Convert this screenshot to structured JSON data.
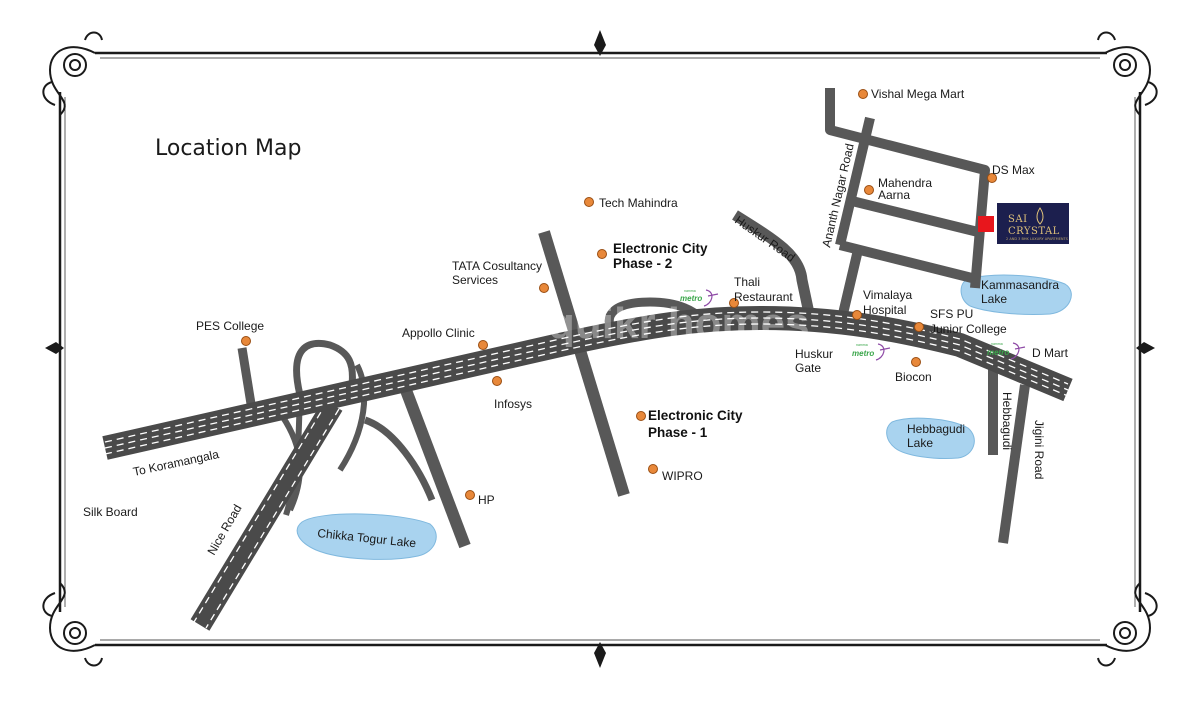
{
  "title": "Location Map",
  "brand": {
    "name_line1": "SAI",
    "name_line2": "CRYSTAL",
    "tagline": "2 AND 3 BHK LUXURY APARTMENTS",
    "bg_color": "#1c1f4e",
    "gold_color": "#e0c27a"
  },
  "site_marker_color": "#e8161c",
  "poi_color": "#e8883a",
  "lake_color": "#a9d3ef",
  "road_color": "#585858",
  "watermark": "quikr homes",
  "metro_label": "metro",
  "metro_caption": "namma",
  "places": {
    "vishal_mega_mart": "Vishal Mega Mart",
    "ds_max": "DS Max",
    "mahendra_aarna_1": "Mahendra",
    "mahendra_aarna_2": "Aarna",
    "tech_mahindra": "Tech Mahindra",
    "ec_phase2_1": "Electronic City",
    "ec_phase2_2": "Phase - 2",
    "tcs_1": "TATA Cosultancy",
    "tcs_2": "Services",
    "thali_1": "Thali",
    "thali_2": "Restaurant",
    "pes_college": "PES College",
    "appollo_clinic": "Appollo Clinic",
    "vimalaya_1": "Vimalaya",
    "vimalaya_2": "Hospital",
    "sfs_1": "SFS PU",
    "sfs_2": "Junior College",
    "infosys": "Infosys",
    "huskur_gate_1": "Huskur",
    "huskur_gate_2": "Gate",
    "biocon": "Biocon",
    "d_mart": "D Mart",
    "ec_phase1_1": "Electronic City",
    "ec_phase1_2": "Phase - 1",
    "wipro": "WIPRO",
    "hp": "HP",
    "silk_board": "Silk Board"
  },
  "roads": {
    "to_koramangala": "To Koramangala",
    "nice_road": "Nice Road",
    "huskur_road": "Huskur Road",
    "ananth_nagar_road": "Ananth Nagar Road",
    "hebbagudi": "Hebbagudi",
    "jigini_road": "Jigini Road"
  },
  "lakes": {
    "kammasandra_1": "Kammasandra",
    "kammasandra_2": "Lake",
    "hebbagudi_1": "Hebbagudi",
    "hebbagudi_2": "Lake",
    "chikka_togur": "Chikka Togur Lake"
  }
}
